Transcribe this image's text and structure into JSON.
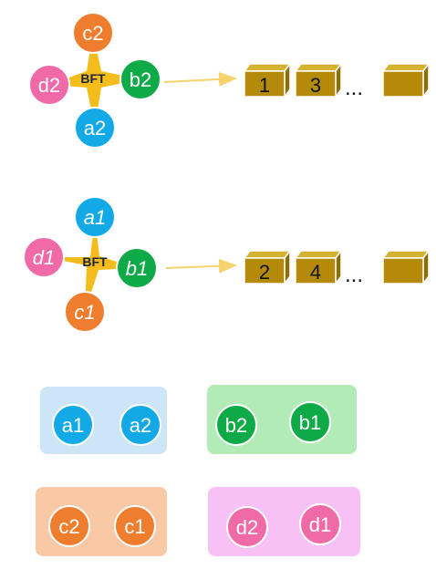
{
  "colors": {
    "a": "#12a9e6",
    "b": "#0faa48",
    "c": "#ef7d2e",
    "d": "#ef6aa6",
    "star": "#f4bd1b",
    "arrow": "#f6d36b",
    "block_front": "#b38a0a",
    "block_top": "#d5b332",
    "block_side": "#8e6c06",
    "group_a": "#cde6f7",
    "group_b": "#b2ebb6",
    "group_c": "#f8c9a4",
    "group_d": "#f8c1f6"
  },
  "clusters": [
    {
      "label": "BFT",
      "nodes": {
        "top": "c2",
        "left": "d2",
        "right": "b2",
        "bottom": "a2"
      },
      "blocks": [
        "1",
        "3"
      ],
      "ellipsis": "..."
    },
    {
      "label": "BFT",
      "nodes": {
        "top": "a1",
        "left": "d1",
        "right": "b1",
        "bottom": "c1"
      },
      "blocks": [
        "2",
        "4"
      ],
      "ellipsis": "..."
    }
  ],
  "groups": [
    {
      "nodes": [
        "a1",
        "a2"
      ],
      "color_key": "group_a",
      "node_color": "a"
    },
    {
      "nodes": [
        "b2",
        "b1"
      ],
      "color_key": "group_b",
      "node_color": "b"
    },
    {
      "nodes": [
        "c2",
        "c1"
      ],
      "color_key": "group_c",
      "node_color": "c"
    },
    {
      "nodes": [
        "d2",
        "d1"
      ],
      "color_key": "group_d",
      "node_color": "d"
    }
  ]
}
